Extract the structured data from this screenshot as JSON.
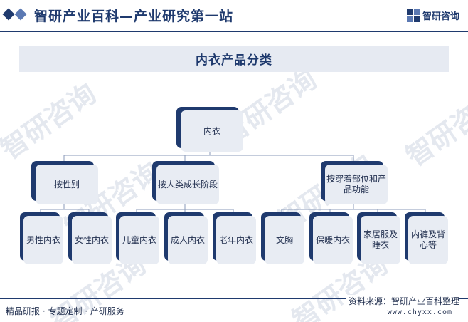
{
  "header": {
    "title": "智研产业百科—产业研究第一站",
    "logo_text": "智研咨询"
  },
  "banner": {
    "title": "内衣产品分类"
  },
  "watermark": "智研咨询",
  "tree": {
    "root": "内衣",
    "level1": [
      {
        "label": "按性别",
        "children": [
          "男性内衣",
          "女性内衣"
        ]
      },
      {
        "label": "按人类成长阶段",
        "children": [
          "儿童内衣",
          "成人内衣",
          "老年内衣"
        ]
      },
      {
        "label": "按穿着部位和产品功能",
        "children": [
          "文胸",
          "保暖内衣",
          "家居服及睡衣",
          "内裤及背心等"
        ]
      }
    ]
  },
  "footer": {
    "left": "精品研报 · 专题定制 · 产研服务",
    "source": "资料来源：智研产业百科整理",
    "url": "www.chyxx.com"
  },
  "colors": {
    "primary": "#1f3a6e",
    "secondary": "#5b79b3",
    "node_face": "#e8ecf3",
    "banner_bg": "#e6eaf2"
  }
}
